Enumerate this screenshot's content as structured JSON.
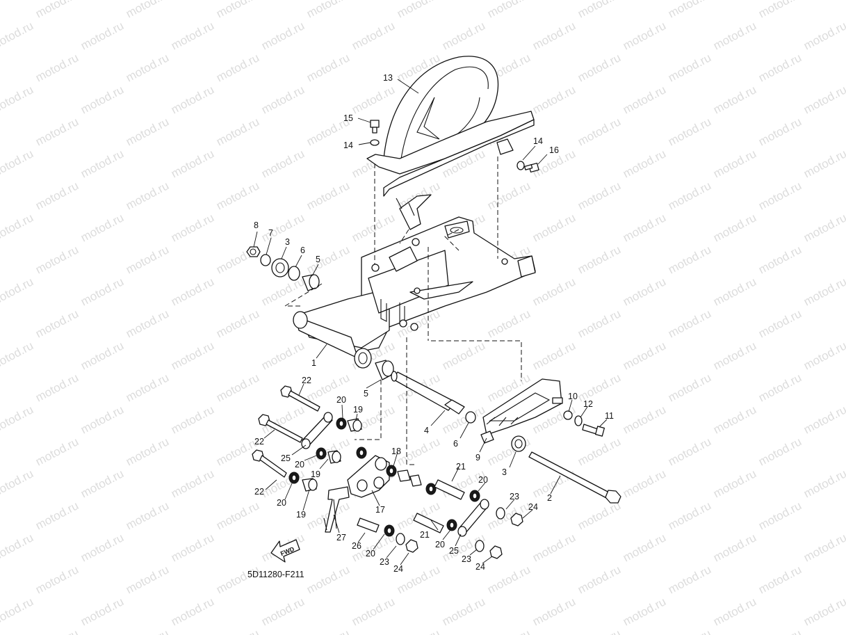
{
  "watermark": "motod.ru",
  "diagram_code": "5D11280-F211",
  "fwd_label": "FWD",
  "callouts": [
    {
      "id": "c13",
      "text": "13"
    },
    {
      "id": "c15",
      "text": "15"
    },
    {
      "id": "c14a",
      "text": "14"
    },
    {
      "id": "c14b",
      "text": "14"
    },
    {
      "id": "c16",
      "text": "16"
    },
    {
      "id": "c8",
      "text": "8"
    },
    {
      "id": "c7",
      "text": "7"
    },
    {
      "id": "c3a",
      "text": "3"
    },
    {
      "id": "c6a",
      "text": "6"
    },
    {
      "id": "c5a",
      "text": "5"
    },
    {
      "id": "c1",
      "text": "1"
    },
    {
      "id": "c5b",
      "text": "5"
    },
    {
      "id": "c22a",
      "text": "22"
    },
    {
      "id": "c20a",
      "text": "20"
    },
    {
      "id": "c19a",
      "text": "19"
    },
    {
      "id": "c22b",
      "text": "22"
    },
    {
      "id": "c25a",
      "text": "25"
    },
    {
      "id": "c20b",
      "text": "20"
    },
    {
      "id": "c18",
      "text": "18"
    },
    {
      "id": "c19b",
      "text": "19"
    },
    {
      "id": "c22c",
      "text": "22"
    },
    {
      "id": "c20c",
      "text": "20"
    },
    {
      "id": "c19c",
      "text": "19"
    },
    {
      "id": "c17",
      "text": "17"
    },
    {
      "id": "c27",
      "text": "27"
    },
    {
      "id": "c26",
      "text": "26"
    },
    {
      "id": "c20d",
      "text": "20"
    },
    {
      "id": "c23a",
      "text": "23"
    },
    {
      "id": "c24a",
      "text": "24"
    },
    {
      "id": "c21a",
      "text": "21"
    },
    {
      "id": "c21b",
      "text": "21"
    },
    {
      "id": "c20e",
      "text": "20"
    },
    {
      "id": "c20f",
      "text": "20"
    },
    {
      "id": "c25b",
      "text": "25"
    },
    {
      "id": "c23b",
      "text": "23"
    },
    {
      "id": "c24b",
      "text": "24"
    },
    {
      "id": "c23c",
      "text": "23"
    },
    {
      "id": "c24c",
      "text": "24"
    },
    {
      "id": "c4",
      "text": "4"
    },
    {
      "id": "c6b",
      "text": "6"
    },
    {
      "id": "c9",
      "text": "9"
    },
    {
      "id": "c3b",
      "text": "3"
    },
    {
      "id": "c2",
      "text": "2"
    },
    {
      "id": "c10",
      "text": "10"
    },
    {
      "id": "c12",
      "text": "12"
    },
    {
      "id": "c11",
      "text": "11"
    }
  ]
}
